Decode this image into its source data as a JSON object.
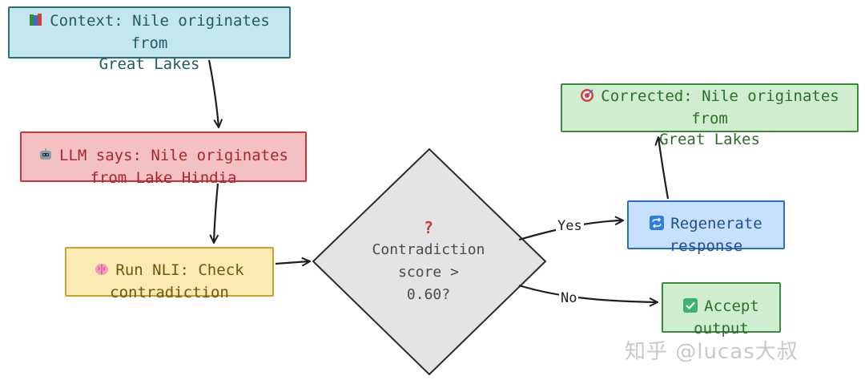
{
  "nodes": {
    "context": {
      "icon": "books-icon",
      "text": "Context: Nile originates from\nGreat Lakes"
    },
    "llm": {
      "icon": "robot-icon",
      "text": "LLM says: Nile originates\nfrom Lake Hindia"
    },
    "nli": {
      "icon": "brain-icon",
      "text": "Run NLI: Check\ncontradiction"
    },
    "decision": {
      "icon": "question-mark-icon",
      "symbol": "?",
      "text": "Contradiction\nscore >\n0.60?"
    },
    "regenerate": {
      "icon": "repeat-icon",
      "text": "Regenerate\nresponse"
    },
    "corrected": {
      "icon": "target-icon",
      "text": "Corrected: Nile originates from\nGreat Lakes"
    },
    "accept": {
      "icon": "check-box-icon",
      "text": "Accept\noutput"
    }
  },
  "edges": {
    "yes_label": "Yes",
    "no_label": "No"
  },
  "watermark": "知乎 @lucas大叔",
  "colors": {
    "context_fill": "#c4e6ee",
    "llm_fill": "#f4c1c3",
    "nli_fill": "#fbeab4",
    "regenerate_fill": "#c7e0fb",
    "green_fill": "#cfeecf",
    "decision_fill": "#e3e4e6"
  }
}
